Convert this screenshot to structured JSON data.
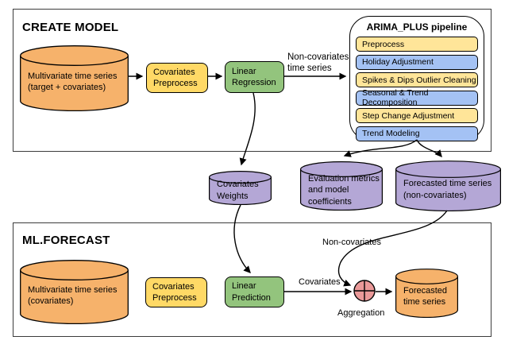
{
  "create_model": {
    "title": "CREATE MODEL",
    "source": "Multivariate time series\n(target + covariates)",
    "preprocess": "Covariates\nPreprocess",
    "regression": "Linear\nRegression",
    "arrow_label": "Non-covariates\ntime series",
    "pipeline": {
      "title": "ARIMA_PLUS pipeline",
      "steps": [
        {
          "label": "Preprocess",
          "color": "#FFE599"
        },
        {
          "label": "Holiday Adjustment",
          "color": "#A4C2F4"
        },
        {
          "label": "Spikes & Dips Outlier Cleaning",
          "color": "#FFE599"
        },
        {
          "label": "Seasonal & Trend Decomposition",
          "color": "#A4C2F4"
        },
        {
          "label": "Step Change Adjustment",
          "color": "#FFE599"
        },
        {
          "label": "Trend Modeling",
          "color": "#A4C2F4"
        }
      ]
    }
  },
  "outputs": {
    "covariates_weights": "Covariates\nWeights",
    "evaluation_metrics": "Evaluation metrics\nand model\ncoefficients",
    "forecast_non_covariates": "Forecasted time series\n(non-covariates)"
  },
  "ml_forecast": {
    "title": "ML.FORECAST",
    "source": "Multivariate time series\n(covariates)",
    "preprocess": "Covariates\nPreprocess",
    "prediction": "Linear\nPrediction",
    "covariates_label": "Covariates",
    "non_covariates_label": "Non-covariates",
    "aggregation_label": "Aggregation",
    "forecast_output": "Forecasted\ntime series"
  },
  "colors": {
    "database_orange": "#F6B26B",
    "process_yellow": "#FFD966",
    "model_green": "#93C47D",
    "output_purple": "#B4A7D6",
    "pipeline_yellow": "#FFE599",
    "pipeline_blue": "#A4C2F4",
    "aggregation_pink": "#EA9999"
  }
}
